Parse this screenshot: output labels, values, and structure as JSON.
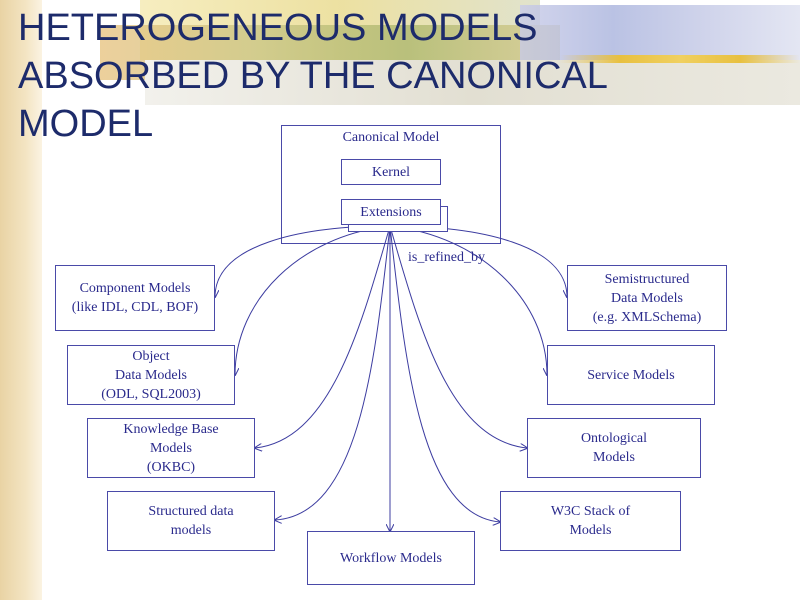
{
  "title": "HETEROGENEOUS MODELS\nABSORBED BY THE CANONICAL\nMODEL",
  "canonical": {
    "label": "Canonical Model",
    "kernel": "Kernel",
    "extensions": "Extensions"
  },
  "relation_label": "is_refined_by",
  "left_models": [
    "Component Models\n(like IDL, CDL, BOF)",
    "Object\nData Models\n(ODL, SQL2003)",
    "Knowledge Base\nModels\n(OKBC)",
    "Structured data\nmodels"
  ],
  "bottom_model": "Workflow Models",
  "right_models": [
    "Semistructured\nData Models\n(e.g. XMLSchema)",
    "Service Models",
    "Ontological\nModels",
    "W3C Stack of\nModels"
  ],
  "colors": {
    "line": "#3c3ca0",
    "text": "#2a2a8c",
    "title": "#1d2b6b"
  }
}
